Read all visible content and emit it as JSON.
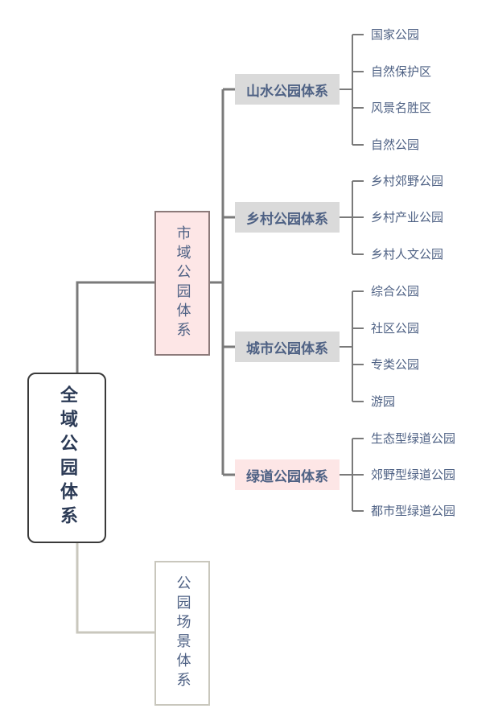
{
  "diagram": {
    "root": "全域公园体系",
    "level1": [
      {
        "label": "市域公园体系"
      },
      {
        "label": "公园场景体系"
      }
    ],
    "systems": [
      {
        "label": "山水公园体系",
        "items": [
          "国家公园",
          "自然保护区",
          "风景名胜区",
          "自然公园"
        ]
      },
      {
        "label": "乡村公园体系",
        "items": [
          "乡村郊野公园",
          "乡村产业公园",
          "乡村人文公园"
        ]
      },
      {
        "label": "城市公园体系",
        "items": [
          "综合公园",
          "社区公园",
          "专类公园",
          "游园"
        ]
      },
      {
        "label": "绿道公园体系",
        "items": [
          "生态型绿道公园",
          "郊野型绿道公园",
          "都市型绿道公园"
        ]
      }
    ]
  },
  "colors": {
    "line": "#7a7a7a",
    "line_light": "#c9c7bd",
    "text": "#4e6184",
    "root_text": "#2b3a55",
    "gray_box": "#dadada",
    "pink_box": "#fde6e6"
  }
}
